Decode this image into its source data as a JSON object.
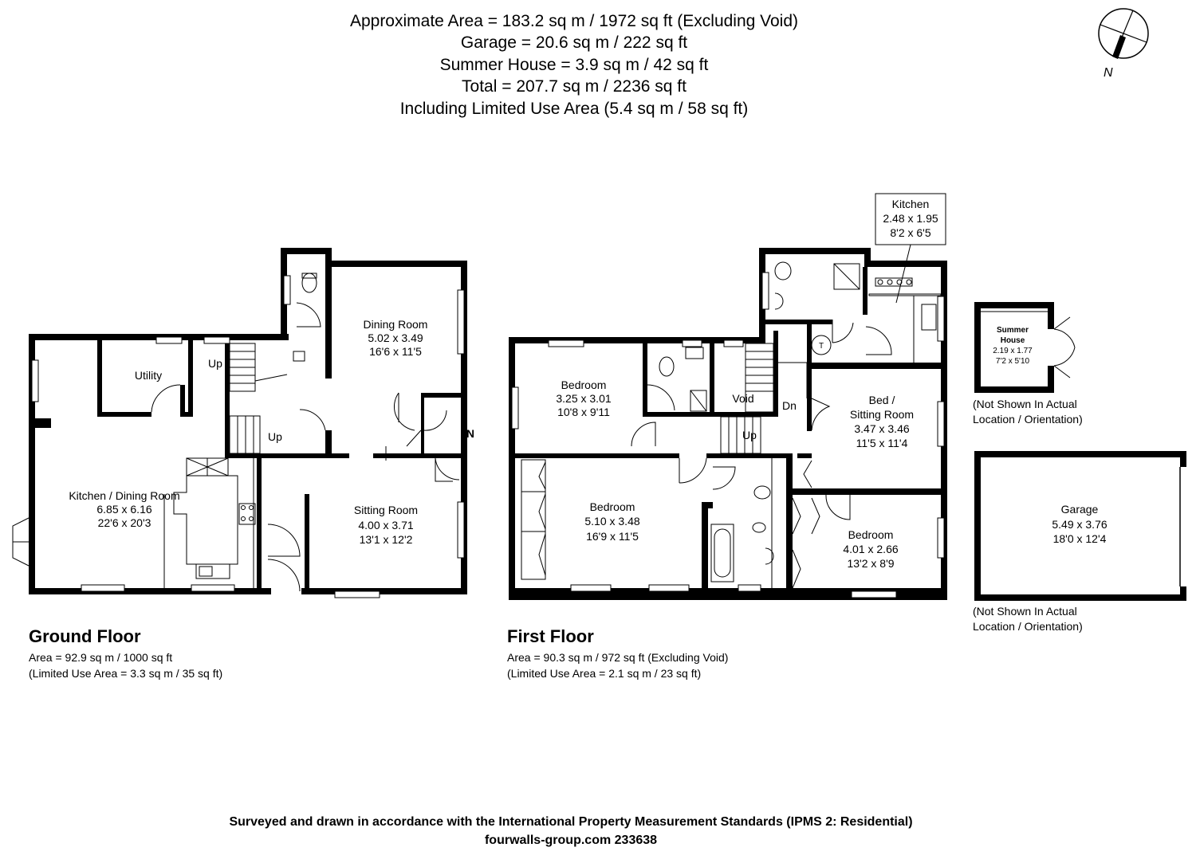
{
  "header": {
    "line1": "Approximate Area = 183.2 sq m / 1972 sq ft (Excluding Void)",
    "line2": "Garage =  20.6 sq m / 222 sq ft",
    "line3": "Summer House =  3.9 sq m / 42 sq ft",
    "line4": "Total = 207.7 sq m / 2236 sq ft",
    "line5": "Including Limited Use Area (5.4 sq m / 58 sq ft)"
  },
  "compass": {
    "label": "N"
  },
  "ground_floor": {
    "title": "Ground Floor",
    "area": "Area = 92.9 sq m / 1000 sq ft",
    "limited": "(Limited Use Area = 3.3 sq m / 35 sq ft)",
    "rooms": {
      "utility": {
        "name": "Utility"
      },
      "dining": {
        "name": "Dining Room",
        "metric": "5.02 x 3.49",
        "imperial": "16'6 x 11'5"
      },
      "kitchen": {
        "name": "Kitchen / Dining Room",
        "metric": "6.85 x 6.16",
        "imperial": "22'6 x 20'3"
      },
      "sitting": {
        "name": "Sitting Room",
        "metric": "4.00 x 3.71",
        "imperial": "13'1 x 12'2"
      }
    },
    "labels": {
      "up1": "Up",
      "up2": "Up",
      "in": "IN"
    }
  },
  "first_floor": {
    "title": "First Floor",
    "area": "Area = 90.3 sq m / 972 sq ft (Excluding Void)",
    "limited": "(Limited Use Area = 2.1 sq m / 23 sq ft)",
    "rooms": {
      "bedroom1": {
        "name": "Bedroom",
        "metric": "3.25 x 3.01",
        "imperial": "10'8 x 9'11"
      },
      "void": {
        "name": "Void"
      },
      "bedroom2": {
        "name": "Bedroom",
        "metric": "5.10 x 3.48",
        "imperial": "16'9 x 11'5"
      },
      "bedsit": {
        "name1": "Bed /",
        "name2": "Sitting Room",
        "metric": "3.47 x 3.46",
        "imperial": "11'5 x 11'4"
      },
      "bedroom3": {
        "name": "Bedroom",
        "metric": "4.01 x 2.66",
        "imperial": "13'2 x 8'9"
      },
      "kitchen": {
        "name": "Kitchen",
        "metric": "2.48 x 1.95",
        "imperial": "8'2 x 6'5"
      }
    },
    "labels": {
      "dn": "Dn",
      "up": "Up",
      "tank": "T"
    }
  },
  "summer_house": {
    "name1": "Summer",
    "name2": "House",
    "metric": "2.19 x 1.77",
    "imperial": "7'2 x 5'10",
    "note1": "(Not Shown In Actual",
    "note2": "Location / Orientation)"
  },
  "garage": {
    "name": "Garage",
    "metric": "5.49 x 3.76",
    "imperial": "18'0 x 12'4",
    "note1": "(Not Shown In Actual",
    "note2": "Location / Orientation)"
  },
  "footer": {
    "line1": "Surveyed and drawn in accordance with the International Property Measurement Standards (IPMS 2: Residential)",
    "line2": "fourwalls-group.com 233638"
  }
}
